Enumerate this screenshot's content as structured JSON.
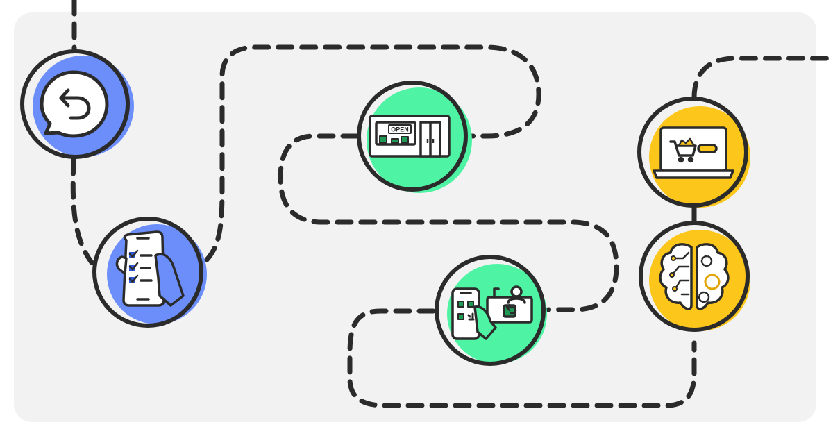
{
  "diagram": {
    "colors": {
      "panel": "#f2f2f2",
      "ink": "#2b2b2b",
      "blue": "#6b8efb",
      "blue_dark": "#2f55d4",
      "green": "#4ef3a3",
      "green_dark": "#1f9a55",
      "yellow": "#fdc61a",
      "white": "#ffffff"
    },
    "nodes": [
      {
        "id": "returns-chat",
        "icon": "return-arrow-chat-icon",
        "color": "blue"
      },
      {
        "id": "checklist-phone",
        "icon": "phone-checklist-icon",
        "color": "blue"
      },
      {
        "id": "open-store",
        "icon": "storefront-open-icon",
        "color": "green",
        "sign_text": "OPEN"
      },
      {
        "id": "qr-return-desk",
        "icon": "qr-code-return-desk-icon",
        "color": "green"
      },
      {
        "id": "online-cart",
        "icon": "laptop-shopping-cart-icon",
        "color": "yellow"
      },
      {
        "id": "ai-brain",
        "icon": "brain-circuit-gears-icon",
        "color": "yellow"
      }
    ],
    "path": {
      "style": "dashed"
    }
  }
}
